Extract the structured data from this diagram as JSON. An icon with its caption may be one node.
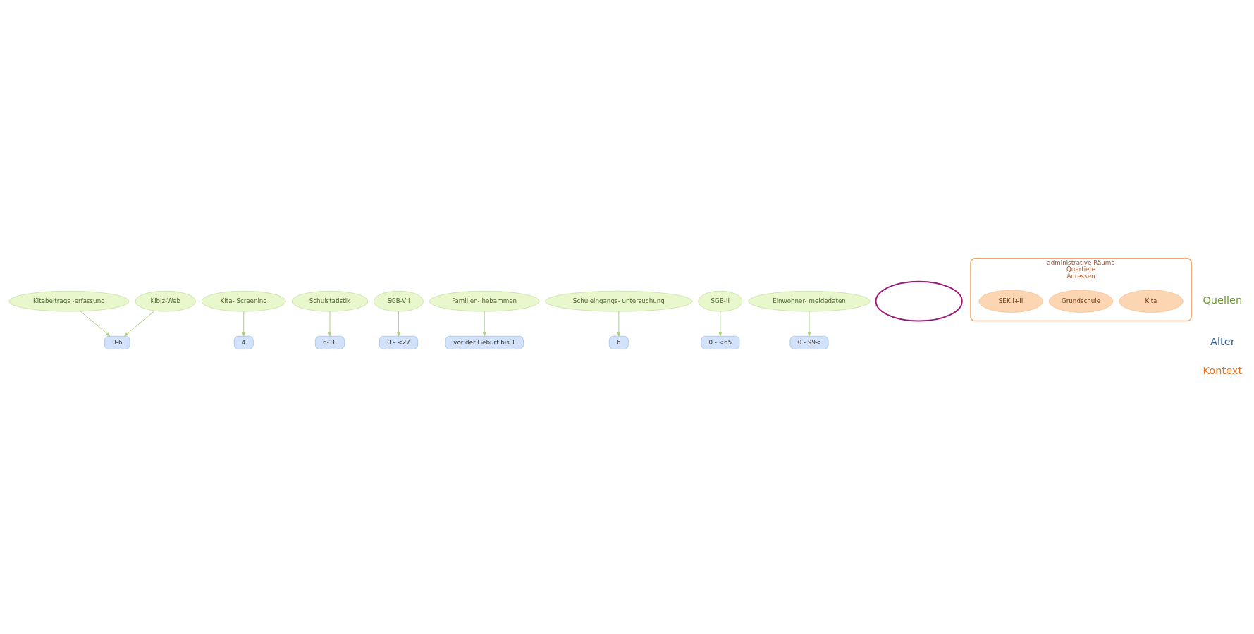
{
  "diagram": {
    "nodes": [
      {
        "text": [
          "Kitabeitrags -erfassung"
        ]
      },
      {
        "text": [
          "Kita- Screening"
        ]
      },
      {
        "text": [
          "Schulstatistik"
        ]
      },
      {
        "text": [
          "SGB-VII"
        ]
      },
      {
        "text": [
          "Familien- hebammen"
        ]
      },
      {
        "text": [
          "Kibiz-Web"
        ]
      },
      {
        "text": [
          "Schuleingangs- untersuchung"
        ]
      },
      {
        "text": [
          "SGB-II"
        ]
      },
      {
        "text": [
          "Einwohner- meldedaten"
        ]
      },
      {
        "text": [],
        "shape": "ellipse"
      },
      {
        "text": [
          "vor der Geburt bis 1"
        ]
      },
      {
        "text": [
          "0-6"
        ]
      },
      {
        "text": [
          "4"
        ]
      },
      {
        "text": [
          "6"
        ]
      },
      {
        "text": [
          "6-18"
        ]
      },
      {
        "text": [
          "0 - <65"
        ]
      },
      {
        "text": [
          "0 - <27"
        ]
      },
      {
        "text": [
          "0 - 99<"
        ]
      },
      {
        "text": [
          "administrative Räume",
          "Quartiere",
          "Adressen"
        ]
      },
      {
        "text": [
          "Kita"
        ],
        "in": 18
      },
      {
        "text": [
          "Grundschule"
        ],
        "in": 18
      },
      {
        "text": [
          "SEK I+II"
        ],
        "in": 18
      }
    ],
    "edges": [
      {
        "from": 4,
        "to": 10,
        "arrow": "to"
      },
      {
        "from": 0,
        "to": 11,
        "arrow": "to"
      },
      {
        "from": 5,
        "to": 11,
        "arrow": "to"
      },
      {
        "from": 1,
        "to": 12,
        "arrow": "to"
      },
      {
        "from": 6,
        "to": 13,
        "arrow": "to"
      },
      {
        "from": 2,
        "to": 14,
        "arrow": "to"
      },
      {
        "from": 7,
        "to": 15,
        "arrow": "to"
      },
      {
        "from": 3,
        "to": 16,
        "arrow": "to"
      },
      {
        "from": 8,
        "to": 17,
        "arrow": "to"
      }
    ],
    "labels": [
      "Quellen",
      "Alter",
      "Kontext"
    ]
  }
}
